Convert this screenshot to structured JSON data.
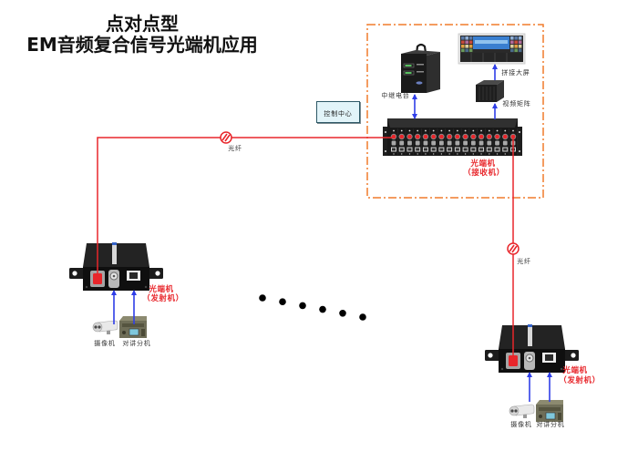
{
  "title": {
    "line1": "点对点型",
    "line2": "EM音频复合信号光端机应用"
  },
  "control_center": {
    "label": "控制中心",
    "relay_station_label": "中继电台",
    "video_wall_label": "拼接大屏",
    "video_matrix_label": "视频矩阵",
    "receiver": {
      "label": "光端机",
      "sublabel": "（接收机）",
      "slot_count": 16
    }
  },
  "fiber_links": [
    {
      "label": "光纤"
    },
    {
      "label": "光纤"
    }
  ],
  "transmitters": [
    {
      "label": "光端机",
      "sublabel": "（发射机）",
      "camera_label": "摄像机",
      "intercom_label": "对讲分机"
    },
    {
      "label": "光端机",
      "sublabel": "（发射机）",
      "camera_label": "摄像机",
      "intercom_label": "对讲分机"
    }
  ],
  "ellipsis": {
    "dot_count": 6
  },
  "colors": {
    "fiber": "#e8262b",
    "signal": "#2f3ee8",
    "control_boundary": "#f07c2c",
    "control_label_bg": "#e2f4f9",
    "device_label": "#e8262b"
  }
}
